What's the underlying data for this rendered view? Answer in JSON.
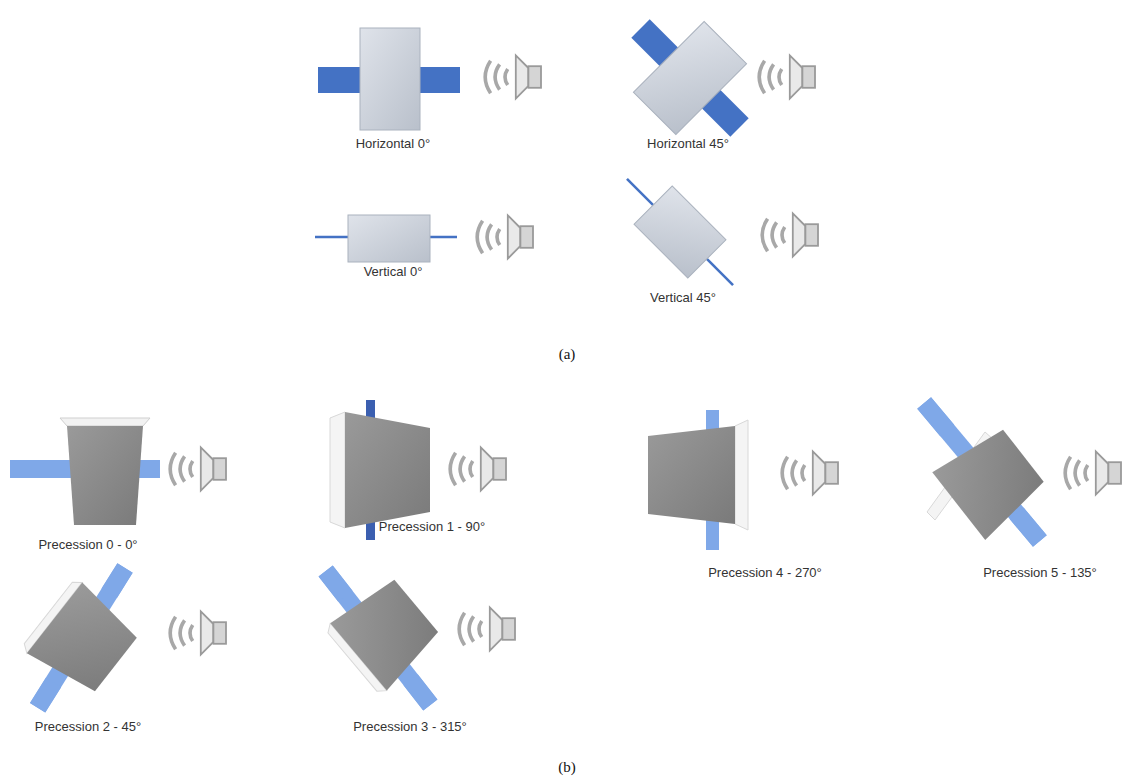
{
  "diagram": {
    "labels": [
      "Horizontal 0°",
      "Horizontal 45°",
      "Vertical 0°",
      "Vertical 45°",
      "(a)",
      "Precession 0 - 0°",
      "Precession 1 - 90°",
      "Precession 4 - 270°",
      "Precession 5 - 135°",
      "Precession 2 - 45°",
      "Precession 3 - 315°",
      "(b)"
    ]
  }
}
